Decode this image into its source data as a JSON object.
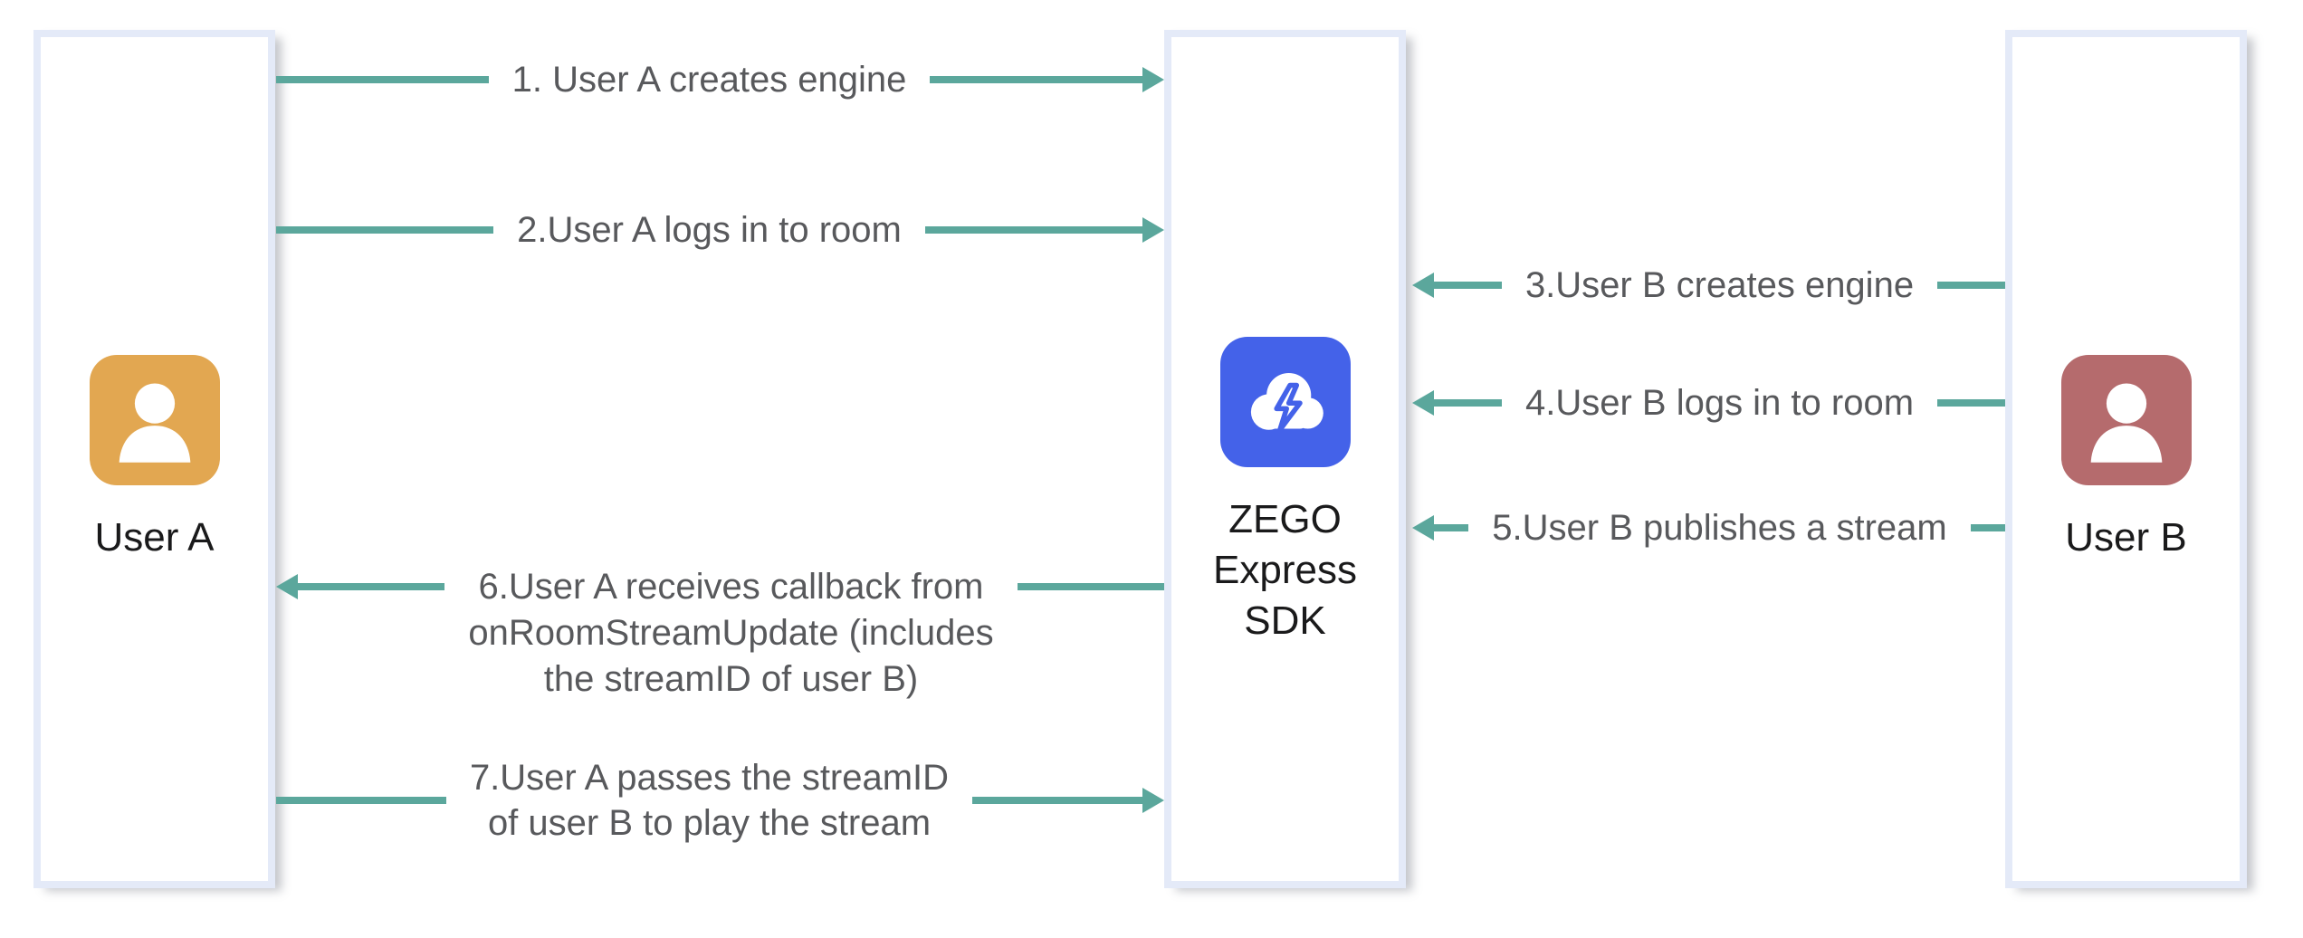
{
  "diagram": {
    "title": "ZEGO Express SDK stream publish/play sequence",
    "entities": [
      {
        "id": "user-a",
        "label": "User A",
        "icon": "person-icon",
        "icon_color": "#e2a751"
      },
      {
        "id": "sdk",
        "label": "ZEGO Express SDK",
        "label_lines": [
          "ZEGO",
          "Express",
          "SDK"
        ],
        "icon": "cloud-lightning-icon",
        "icon_color": "#4462e9"
      },
      {
        "id": "user-b",
        "label": "User B",
        "icon": "person-icon",
        "icon_color": "#b56b6d"
      }
    ],
    "arrows": [
      {
        "step": 1,
        "label": "1. User A creates engine",
        "from": "User A",
        "to": "ZEGO Express SDK",
        "direction": "right"
      },
      {
        "step": 2,
        "label": "2.User A logs in to room",
        "from": "User A",
        "to": "ZEGO Express SDK",
        "direction": "right"
      },
      {
        "step": 3,
        "label": "3.User B creates engine",
        "from": "User B",
        "to": "ZEGO Express SDK",
        "direction": "left"
      },
      {
        "step": 4,
        "label": "4.User B logs in to room",
        "from": "User B",
        "to": "ZEGO Express SDK",
        "direction": "left"
      },
      {
        "step": 5,
        "label": "5.User B publishes a stream",
        "from": "User B",
        "to": "ZEGO Express SDK",
        "direction": "left"
      },
      {
        "step": 6,
        "label_lines": [
          "6.User A receives callback from",
          "onRoomStreamUpdate (includes",
          "the streamID of user B)"
        ],
        "from": "ZEGO Express SDK",
        "to": "User A",
        "direction": "left"
      },
      {
        "step": 7,
        "label_lines": [
          "7.User A passes the streamID",
          "of user B to play the stream"
        ],
        "from": "User A",
        "to": "ZEGO Express SDK",
        "direction": "right"
      }
    ],
    "colors": {
      "arrow": "#5ba79c",
      "box_border": "#e4eaf8",
      "user_a_icon": "#e2a751",
      "user_b_icon": "#b56b6d",
      "sdk_icon": "#4462e9",
      "entity_text": "#1a1a1b",
      "arrow_text": "#58595c"
    }
  }
}
